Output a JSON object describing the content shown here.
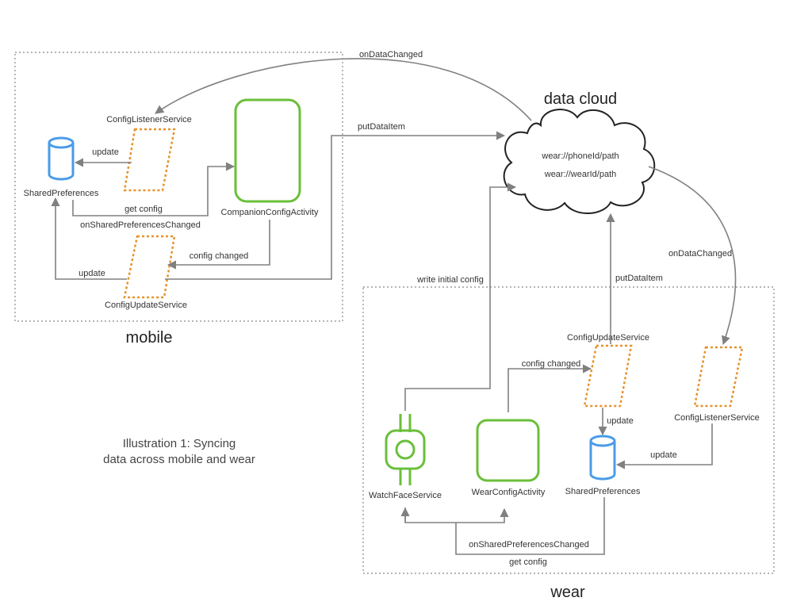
{
  "mobile": {
    "title": "mobile",
    "config_listener_service": "ConfigListenerService",
    "shared_preferences": "SharedPreferences",
    "companion_config_activity": "CompanionConfigActivity",
    "config_update_service": "ConfigUpdateService",
    "update_label": "update",
    "get_config_label": "get config",
    "on_shared_prefs_changed_label": "onSharedPreferencesChanged",
    "config_changed_label": "config changed",
    "update_label_2": "update"
  },
  "cloud": {
    "title": "data cloud",
    "path_phone": "wear://phoneId/path",
    "path_wear": "wear://wearId/path",
    "on_data_changed_top": "onDataChanged",
    "put_data_item_mobile": "putDataItem",
    "on_data_changed_right": "onDataChanged",
    "put_data_item_wear": "putDataItem",
    "write_initial_config": "write initial config"
  },
  "wear": {
    "title": "wear",
    "config_update_service": "ConfigUpdateService",
    "config_listener_service": "ConfigListenerService",
    "watch_face_service": "WatchFaceService",
    "wear_config_activity": "WearConfigActivity",
    "shared_preferences": "SharedPreferences",
    "config_changed_label": "config changed",
    "update_label": "update",
    "update_label_2": "update",
    "on_shared_prefs_changed_label": "onSharedPreferencesChanged",
    "get_config_label": "get config"
  },
  "caption": {
    "line1": "Illustration 1: Syncing",
    "line2": "data across mobile and wear"
  },
  "colors": {
    "service": "#e6922b",
    "activity": "#6abf3a",
    "storage": "#4a9be8",
    "connector": "#808080"
  }
}
